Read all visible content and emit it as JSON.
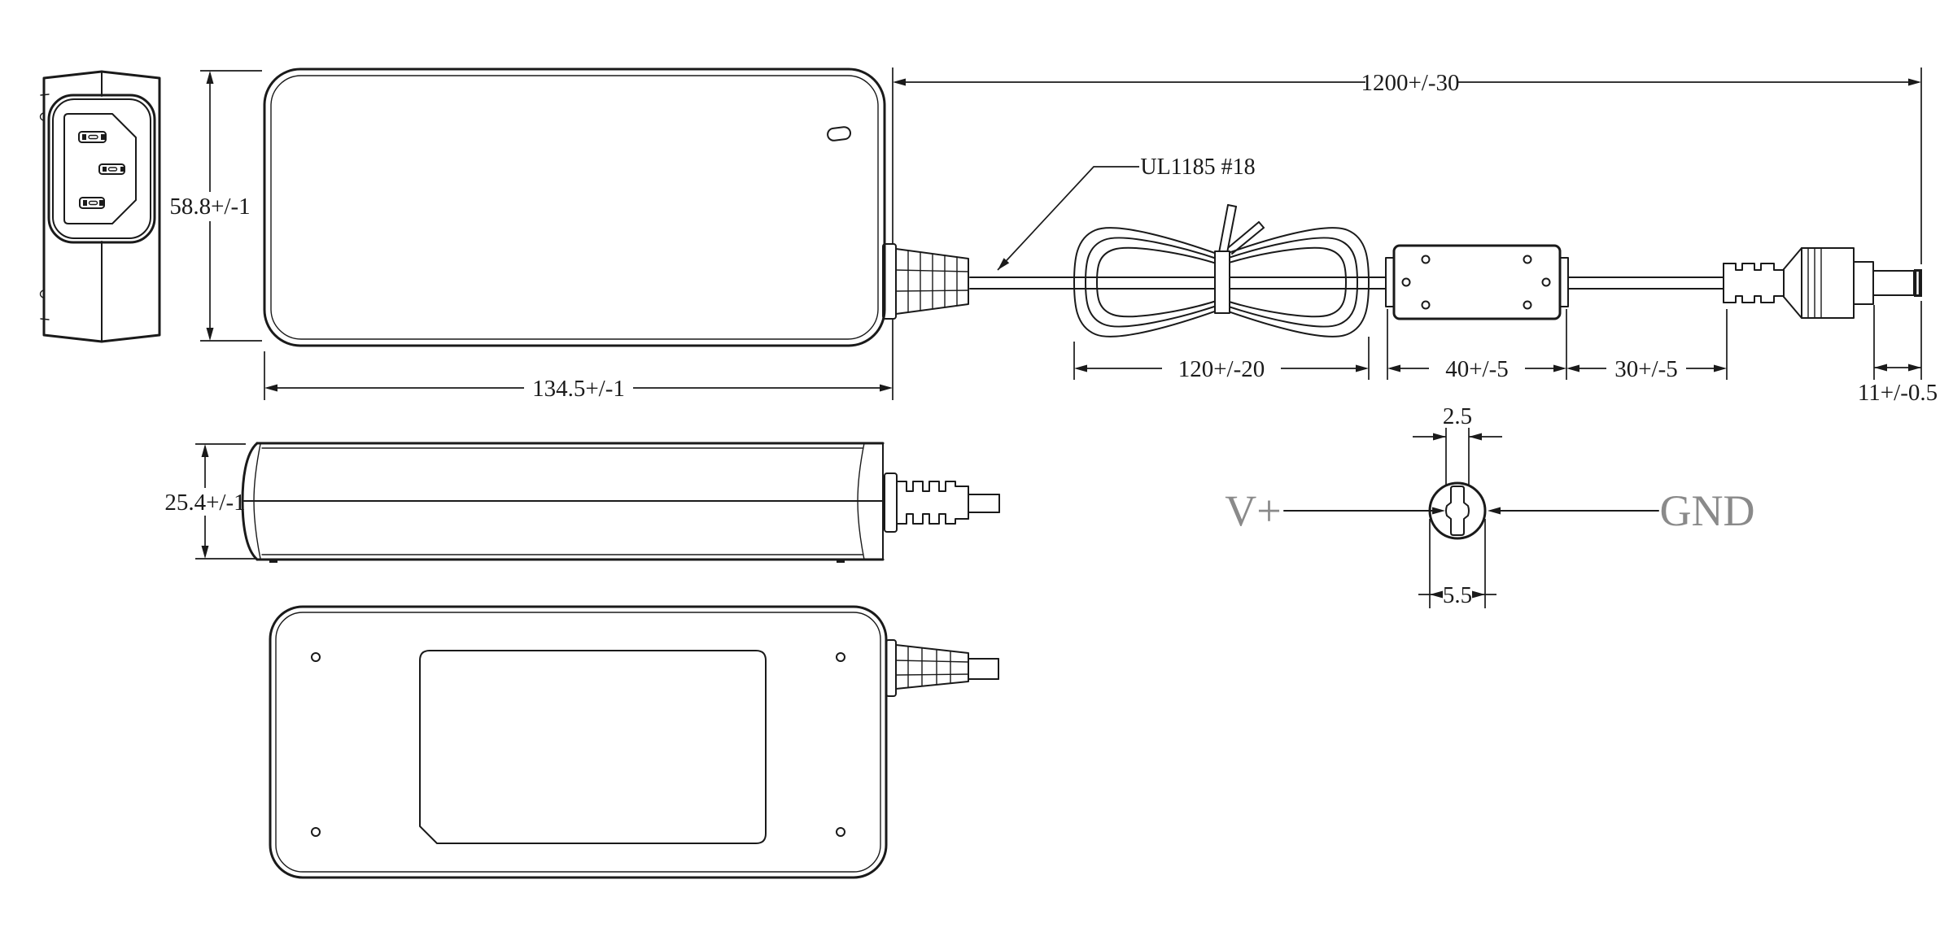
{
  "drawing_type": "power-adapter-mechanical-drawing",
  "dimensions": {
    "body_height": "58.8+/-1",
    "body_length": "134.5+/-1",
    "body_thickness": "25.4+/-1",
    "cable_length": "1200+/-30",
    "coil_bundle_length": "120+/-20",
    "ferrite_length": "40+/-5",
    "plug_lead_length": "30+/-5",
    "plug_barrel_length": "11+/-0.5",
    "pin_hole_diameter": "2.5",
    "barrel_outer_diameter": "5.5"
  },
  "labels": {
    "cable_spec": "UL1185 #18",
    "polarity_positive": "V+",
    "polarity_negative": "GND"
  },
  "colors": {
    "line": "#1a1a1a",
    "polarity_text": "#8a8a8a",
    "background": "#ffffff"
  }
}
